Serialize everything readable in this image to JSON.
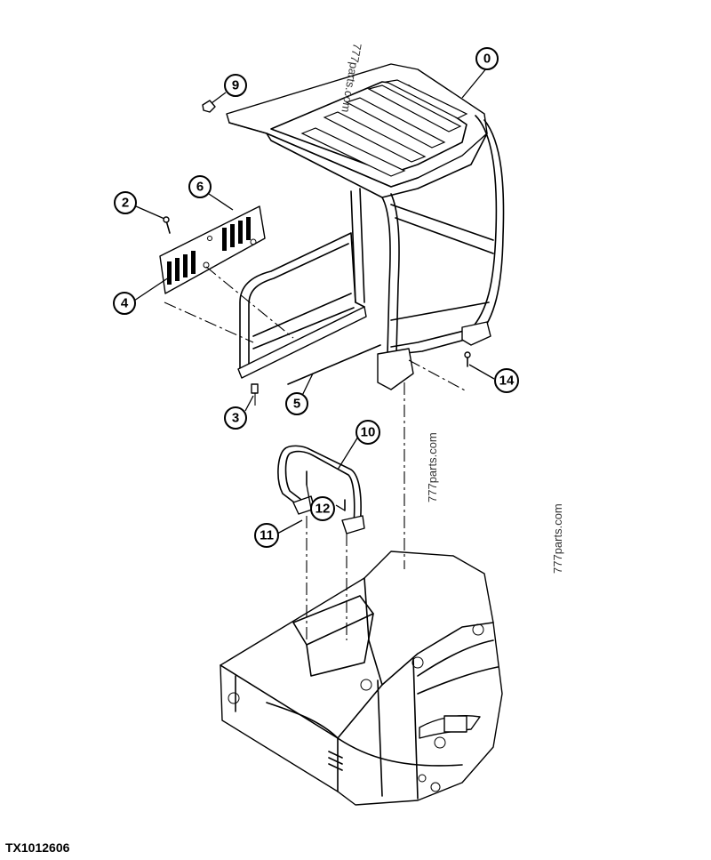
{
  "figure_id": "TX1012606",
  "watermark": "777parts.com",
  "callouts": [
    {
      "label": "0"
    },
    {
      "label": "9"
    },
    {
      "label": "6"
    },
    {
      "label": "2"
    },
    {
      "label": "4"
    },
    {
      "label": "14"
    },
    {
      "label": "3"
    },
    {
      "label": "5"
    },
    {
      "label": "10"
    },
    {
      "label": "12"
    },
    {
      "label": "11"
    }
  ]
}
